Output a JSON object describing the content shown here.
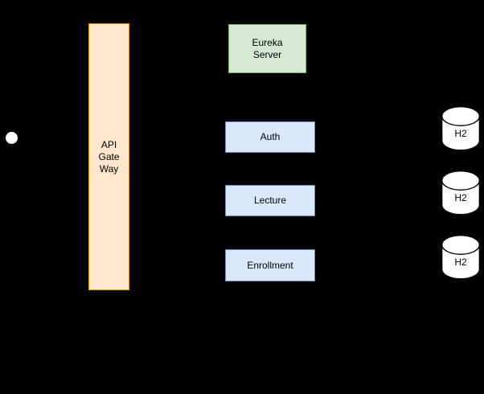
{
  "diagram": {
    "background_color": "#000000",
    "client": {
      "shape": "circle",
      "fill": "#ffffff"
    },
    "gateway": {
      "label": "API\nGate\nWay",
      "fill": "#ffe6cc",
      "stroke": "#d79b00"
    },
    "registry": {
      "label": "Eureka\nServer",
      "fill": "#d5e8d4",
      "stroke": "#82b366"
    },
    "services": [
      {
        "label": "Auth",
        "fill": "#dae8fc",
        "stroke": "#6c8ebf"
      },
      {
        "label": "Lecture",
        "fill": "#dae8fc",
        "stroke": "#6c8ebf"
      },
      {
        "label": "Enrollment",
        "fill": "#dae8fc",
        "stroke": "#6c8ebf"
      }
    ],
    "databases": [
      {
        "label": "H2",
        "fill": "#ffffff",
        "stroke": "#000000"
      },
      {
        "label": "H2",
        "fill": "#ffffff",
        "stroke": "#000000"
      },
      {
        "label": "H2",
        "fill": "#ffffff",
        "stroke": "#000000"
      }
    ]
  }
}
